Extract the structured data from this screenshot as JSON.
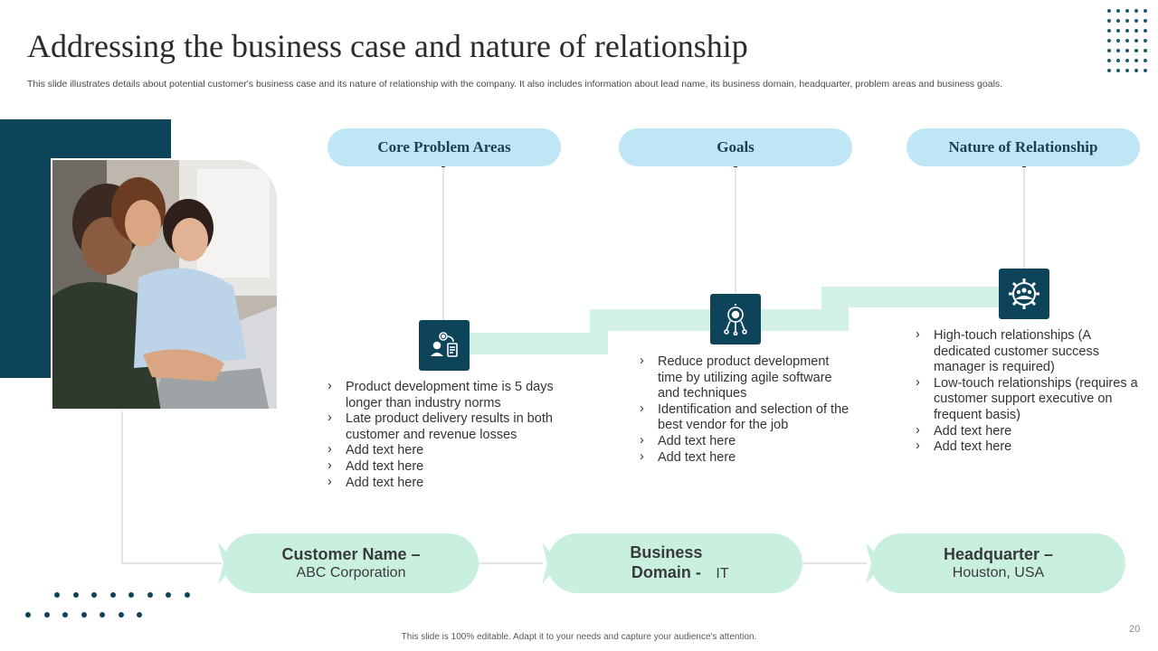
{
  "slide": {
    "title": "Addressing the business case and nature of relationship",
    "subtitle": "This slide illustrates details about potential customer's business case and its nature of relationship with the company. It also includes information about lead name, its business domain, headquarter, problem areas and business goals.",
    "footer": "This slide is 100% editable. Adapt it to your needs and capture your audience's attention.",
    "page_number": "20"
  },
  "colors": {
    "dark_teal": "#0d4459",
    "light_blue": "#bfe6f4",
    "mint": "#c9f0de",
    "step_band": "#d3f2e5"
  },
  "columns": [
    {
      "header": "Core Problem Areas",
      "icon": "person-gear-document-icon",
      "bullets": [
        "Product development time is 5 days longer than industry norms",
        "Late product delivery results in both customer and revenue losses",
        "Add text here",
        "Add text here",
        "Add text here"
      ]
    },
    {
      "header": "Goals",
      "icon": "target-network-icon",
      "bullets": [
        "Reduce product development time by utilizing agile software and techniques",
        "Identification and selection of the best vendor for the job",
        "Add text here",
        "Add text here"
      ]
    },
    {
      "header": "Nature of Relationship",
      "icon": "gear-team-icon",
      "bullets": [
        "High-touch relationships   (A dedicated customer success manager is required)",
        "Low-touch relationships (requires a customer support executive on frequent basis)",
        "Add text here",
        "Add text here"
      ]
    }
  ],
  "info": [
    {
      "label": "Customer Name –",
      "value": "ABC Corporation"
    },
    {
      "label": "Business Domain -",
      "value": "IT"
    },
    {
      "label": "Headquarter –",
      "value": "Houston,  USA"
    }
  ]
}
